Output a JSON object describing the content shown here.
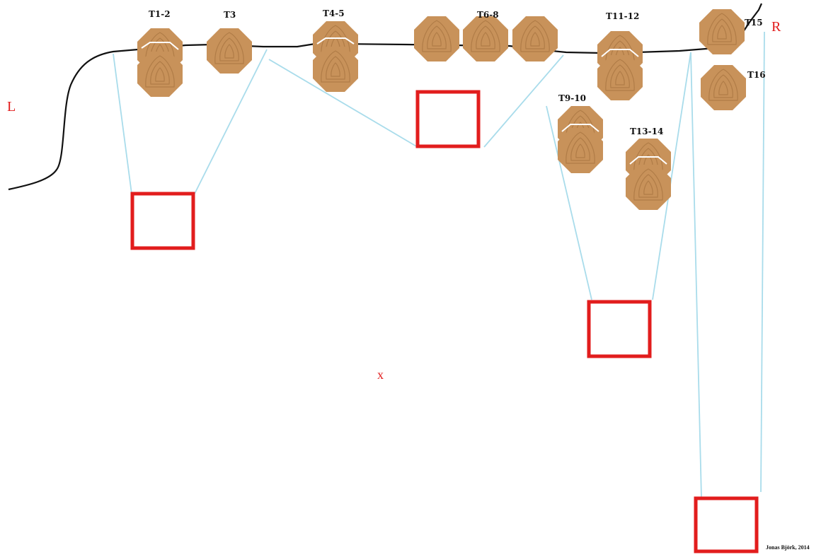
{
  "labels": {
    "left_side": "L",
    "right_side": "R",
    "shooter_position": "x",
    "credit": "Jonas Björk, 2014"
  },
  "targets": {
    "t1_2": "T1-2",
    "t3": "T3",
    "t4_5": "T4-5",
    "t6_8": "T6-8",
    "t11_12": "T11-12",
    "t15": "T15",
    "t16": "T16",
    "t9_10": "T9-10",
    "t13_14": "T13-14"
  },
  "colors": {
    "target_fill": "#c8925a",
    "target_rings": "#b07c47",
    "box_outline": "#e21d1d",
    "sight_line": "#a9dceb",
    "terrain_line": "#111111",
    "label_red": "#e21d1d"
  }
}
